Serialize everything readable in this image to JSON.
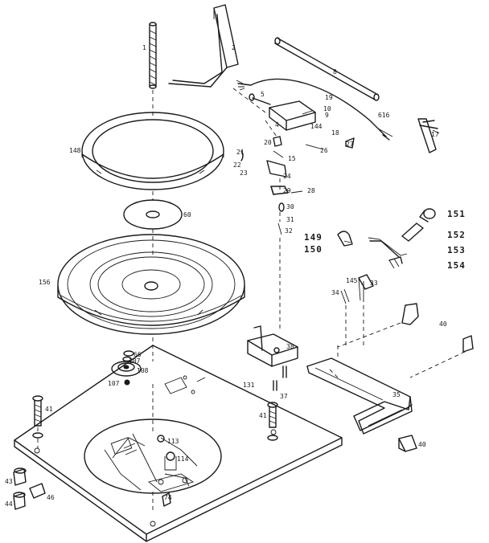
{
  "labels": [
    {
      "id": "p1",
      "text": "1"
    },
    {
      "id": "p2",
      "text": "2"
    },
    {
      "id": "p8",
      "text": "8"
    },
    {
      "id": "p19",
      "text": "19"
    },
    {
      "id": "p5",
      "text": "5"
    },
    {
      "id": "p4",
      "text": "4"
    },
    {
      "id": "p10",
      "text": "10"
    },
    {
      "id": "p9",
      "text": "9"
    },
    {
      "id": "p144",
      "text": "144"
    },
    {
      "id": "p18",
      "text": "18"
    },
    {
      "id": "p17",
      "text": "17"
    },
    {
      "id": "p616",
      "text": "616"
    },
    {
      "id": "p20",
      "text": "20"
    },
    {
      "id": "p27",
      "text": "27"
    },
    {
      "id": "p26",
      "text": "26"
    },
    {
      "id": "p21",
      "text": "21"
    },
    {
      "id": "p22",
      "text": "22"
    },
    {
      "id": "p15",
      "text": "15"
    },
    {
      "id": "p23",
      "text": "23"
    },
    {
      "id": "p24",
      "text": "24"
    },
    {
      "id": "p29",
      "text": "29"
    },
    {
      "id": "p28",
      "text": "28"
    },
    {
      "id": "p30",
      "text": "30"
    },
    {
      "id": "p31",
      "text": "31"
    },
    {
      "id": "p32",
      "text": "32"
    },
    {
      "id": "p148",
      "text": "148"
    },
    {
      "id": "p60",
      "text": "60"
    },
    {
      "id": "p156",
      "text": "156"
    },
    {
      "id": "p151",
      "text": "151"
    },
    {
      "id": "p152",
      "text": "152"
    },
    {
      "id": "p149",
      "text": "149"
    },
    {
      "id": "p150",
      "text": "150"
    },
    {
      "id": "p153",
      "text": "153"
    },
    {
      "id": "p154",
      "text": "154"
    },
    {
      "id": "p145",
      "text": "145"
    },
    {
      "id": "p33",
      "text": "33"
    },
    {
      "id": "p34",
      "text": "34"
    },
    {
      "id": "p40a",
      "text": "40"
    },
    {
      "id": "p38",
      "text": "38"
    },
    {
      "id": "p35",
      "text": "35"
    },
    {
      "id": "p37",
      "text": "37"
    },
    {
      "id": "p131",
      "text": "131"
    },
    {
      "id": "p66",
      "text": "66"
    },
    {
      "id": "p107",
      "text": "107"
    },
    {
      "id": "p108",
      "text": "108"
    },
    {
      "id": "p107b",
      "text": "107"
    },
    {
      "id": "p41a",
      "text": "41"
    },
    {
      "id": "p41b",
      "text": "41"
    },
    {
      "id": "p113",
      "text": "113"
    },
    {
      "id": "p114",
      "text": "114"
    },
    {
      "id": "p40b",
      "text": "40"
    },
    {
      "id": "p43",
      "text": "43"
    },
    {
      "id": "p44",
      "text": "44"
    },
    {
      "id": "p46",
      "text": "46"
    },
    {
      "id": "p74",
      "text": "74"
    }
  ]
}
